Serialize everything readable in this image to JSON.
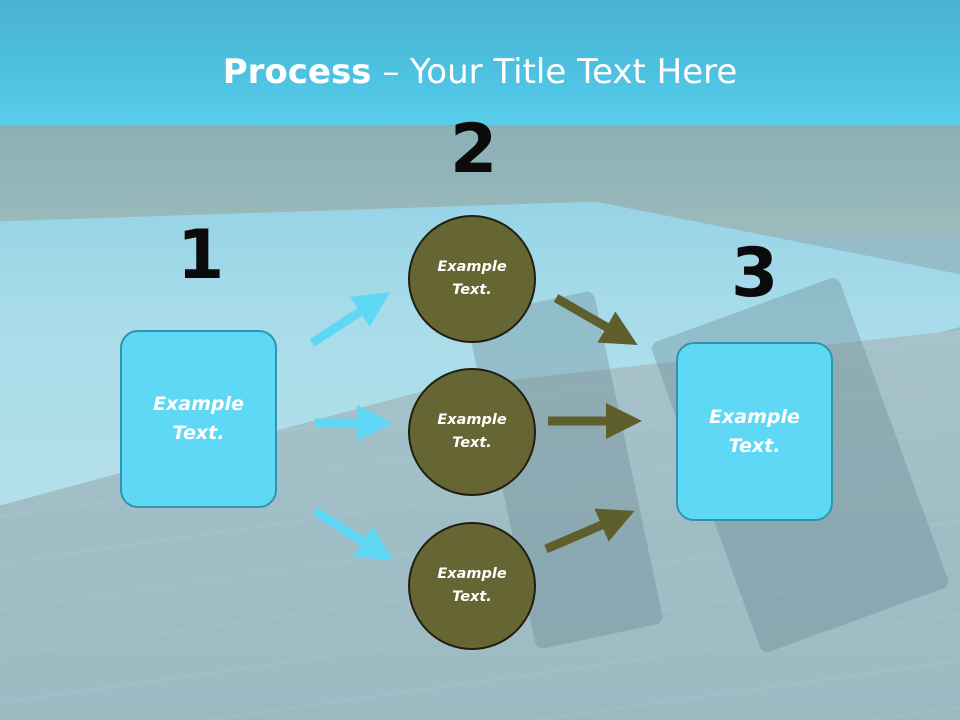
{
  "title": {
    "bold": "Process",
    "rest": " – Your Title Text Here"
  },
  "steps": [
    {
      "number": "1"
    },
    {
      "number": "2"
    },
    {
      "number": "3"
    }
  ],
  "box_left": {
    "line1": "Example",
    "line2": "Text."
  },
  "circles": [
    {
      "line1": "Example",
      "line2": "Text."
    },
    {
      "line1": "Example",
      "line2": "Text."
    },
    {
      "line1": "Example",
      "line2": "Text."
    }
  ],
  "box_right": {
    "line1": "Example",
    "line2": "Text."
  },
  "colors": {
    "box_fill": "#5fd8f6",
    "box_border": "#2f95ad",
    "circle_fill": "#666634",
    "arrow_blue": "#5fd8f6",
    "arrow_olive": "#5f5f2e",
    "number_color": "#0b0b0b",
    "title_color": "#ffffff"
  }
}
